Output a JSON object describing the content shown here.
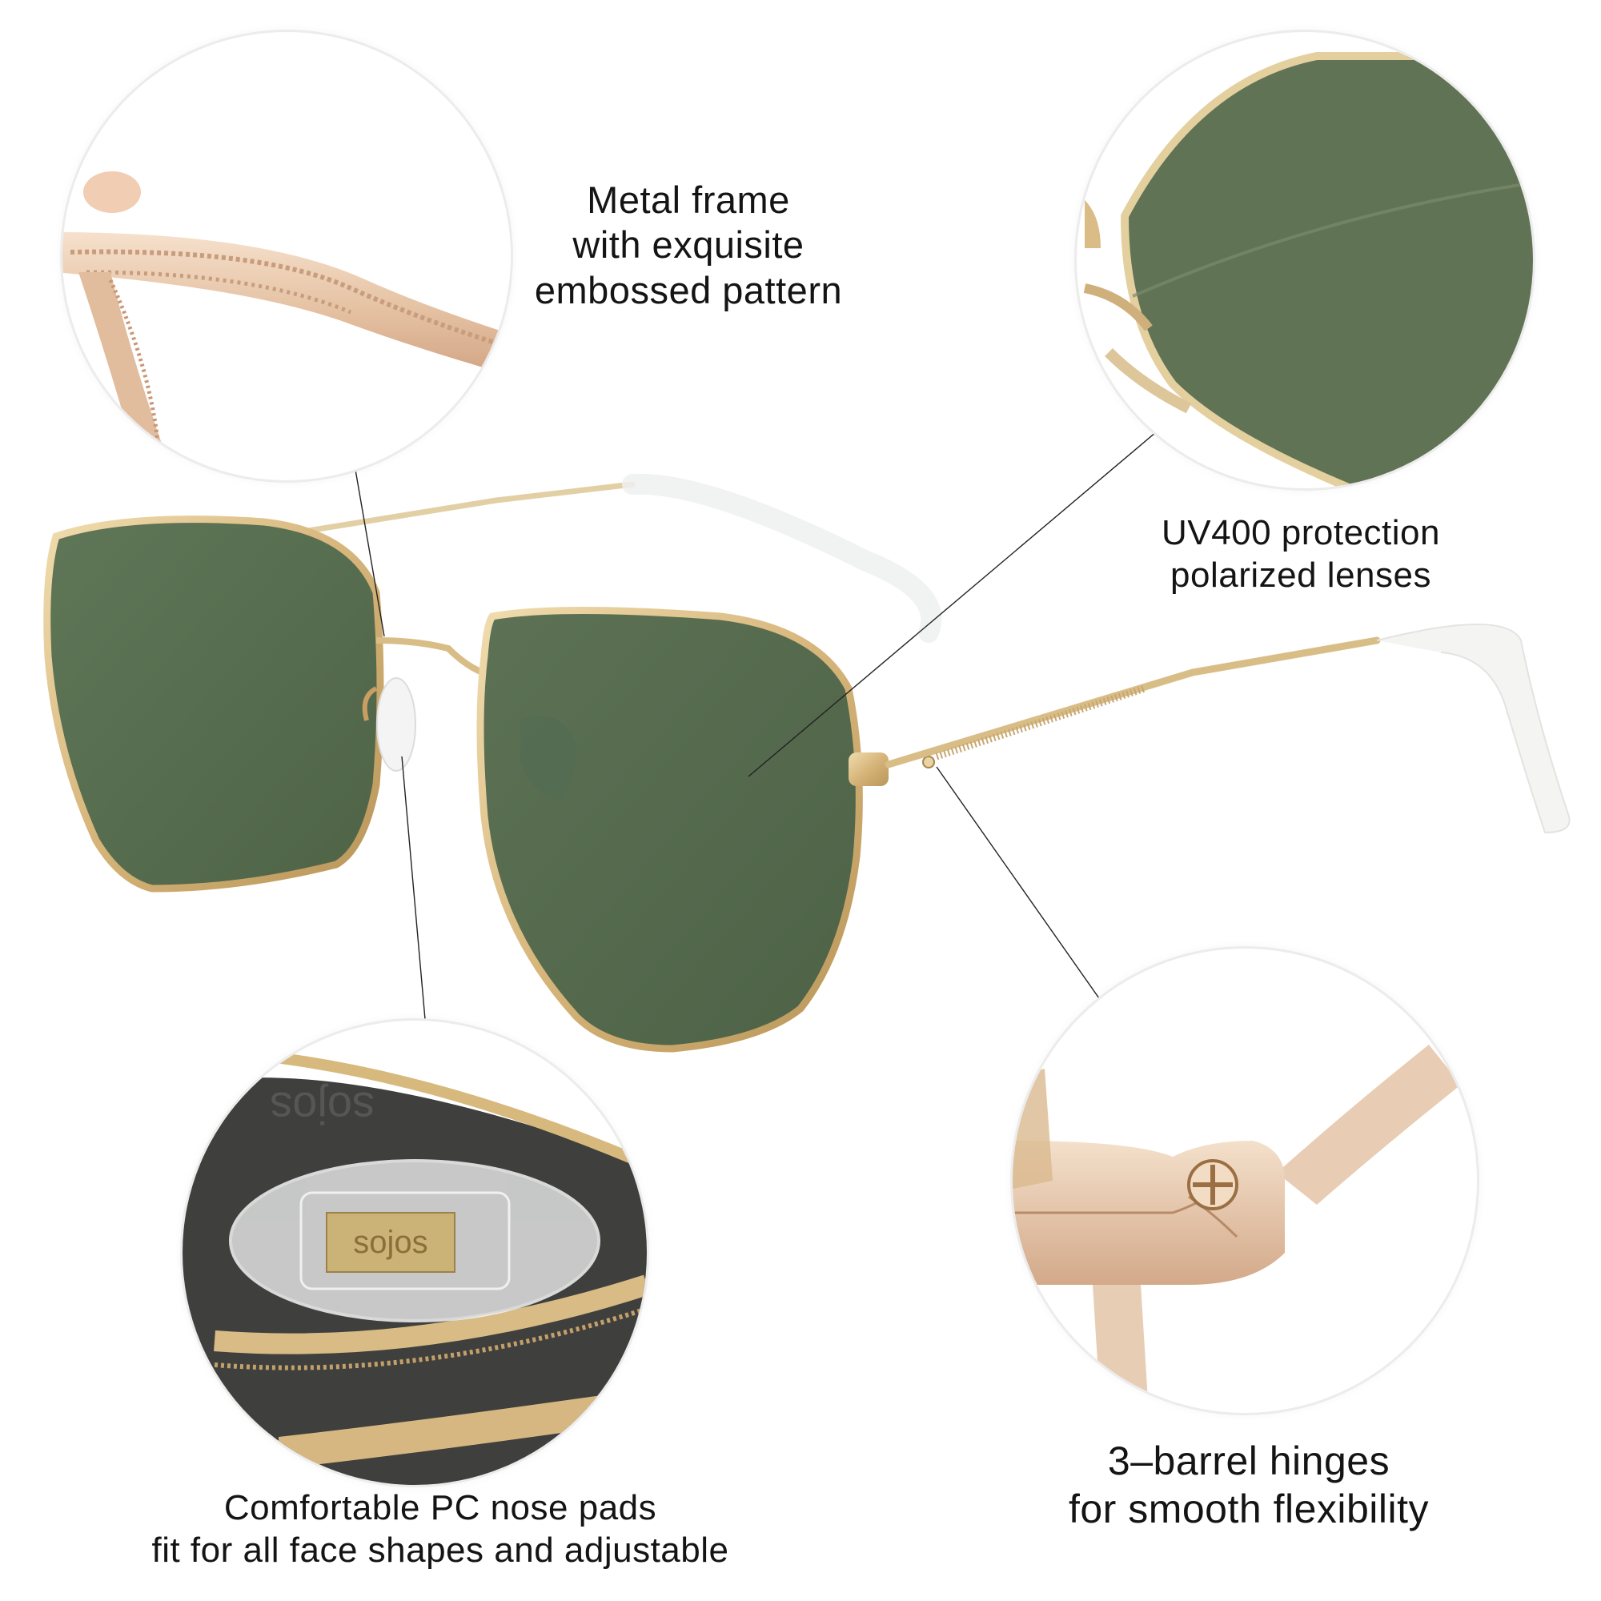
{
  "brand": "sojos",
  "product": "Hexagonal metal-frame sunglasses",
  "colors": {
    "lens_green": "#566a4e",
    "lens_green_light": "#647a5b",
    "frame_gold": "#d9bd86",
    "frame_gold_dark": "#b8955a",
    "rose_gold": "#e6c3a6",
    "nose_pad_lens_dark": "#3e3e3c",
    "background": "#ffffff",
    "text": "#141414",
    "callout_border": "#ececec"
  },
  "features": [
    {
      "id": "metal-frame",
      "lines": [
        "Metal frame",
        "with exquisite",
        "embossed pattern"
      ],
      "callout_detail": "embossed temple arm close-up"
    },
    {
      "id": "uv400",
      "lines": [
        "UV400 protection",
        "polarized lenses"
      ],
      "callout_detail": "green lens close-up"
    },
    {
      "id": "nose-pads",
      "lines": [
        "Comfortable PC nose pads",
        "fit for all face shapes and adjustable"
      ],
      "callout_detail": "transparent nose pad with sojos logo",
      "logo_text": "sojos"
    },
    {
      "id": "hinges",
      "lines": [
        "3–barrel hinges",
        "for smooth flexibility"
      ],
      "callout_detail": "hinge screw close-up"
    }
  ]
}
